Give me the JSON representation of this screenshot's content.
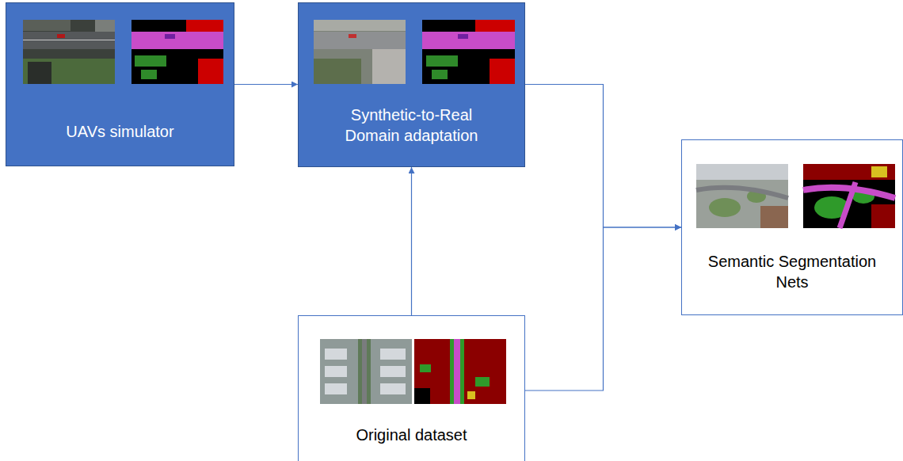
{
  "diagram": {
    "nodes": [
      {
        "text": [
          "UAVs simulator"
        ]
      },
      {
        "text": [
          "Synthetic-to-Real Domain adaptation"
        ]
      },
      {
        "text": [
          "Semantic Segmentation Nets"
        ]
      },
      {
        "text": [
          "Original dataset"
        ]
      }
    ],
    "edges": [
      {
        "from": 0,
        "to": 1,
        "arrow": "to"
      },
      {
        "from": 3,
        "to": 1,
        "arrow": "to"
      },
      {
        "from": 1,
        "to": 2,
        "arrow": "to"
      },
      {
        "from": 3,
        "to": 2,
        "arrow": "to"
      }
    ]
  }
}
